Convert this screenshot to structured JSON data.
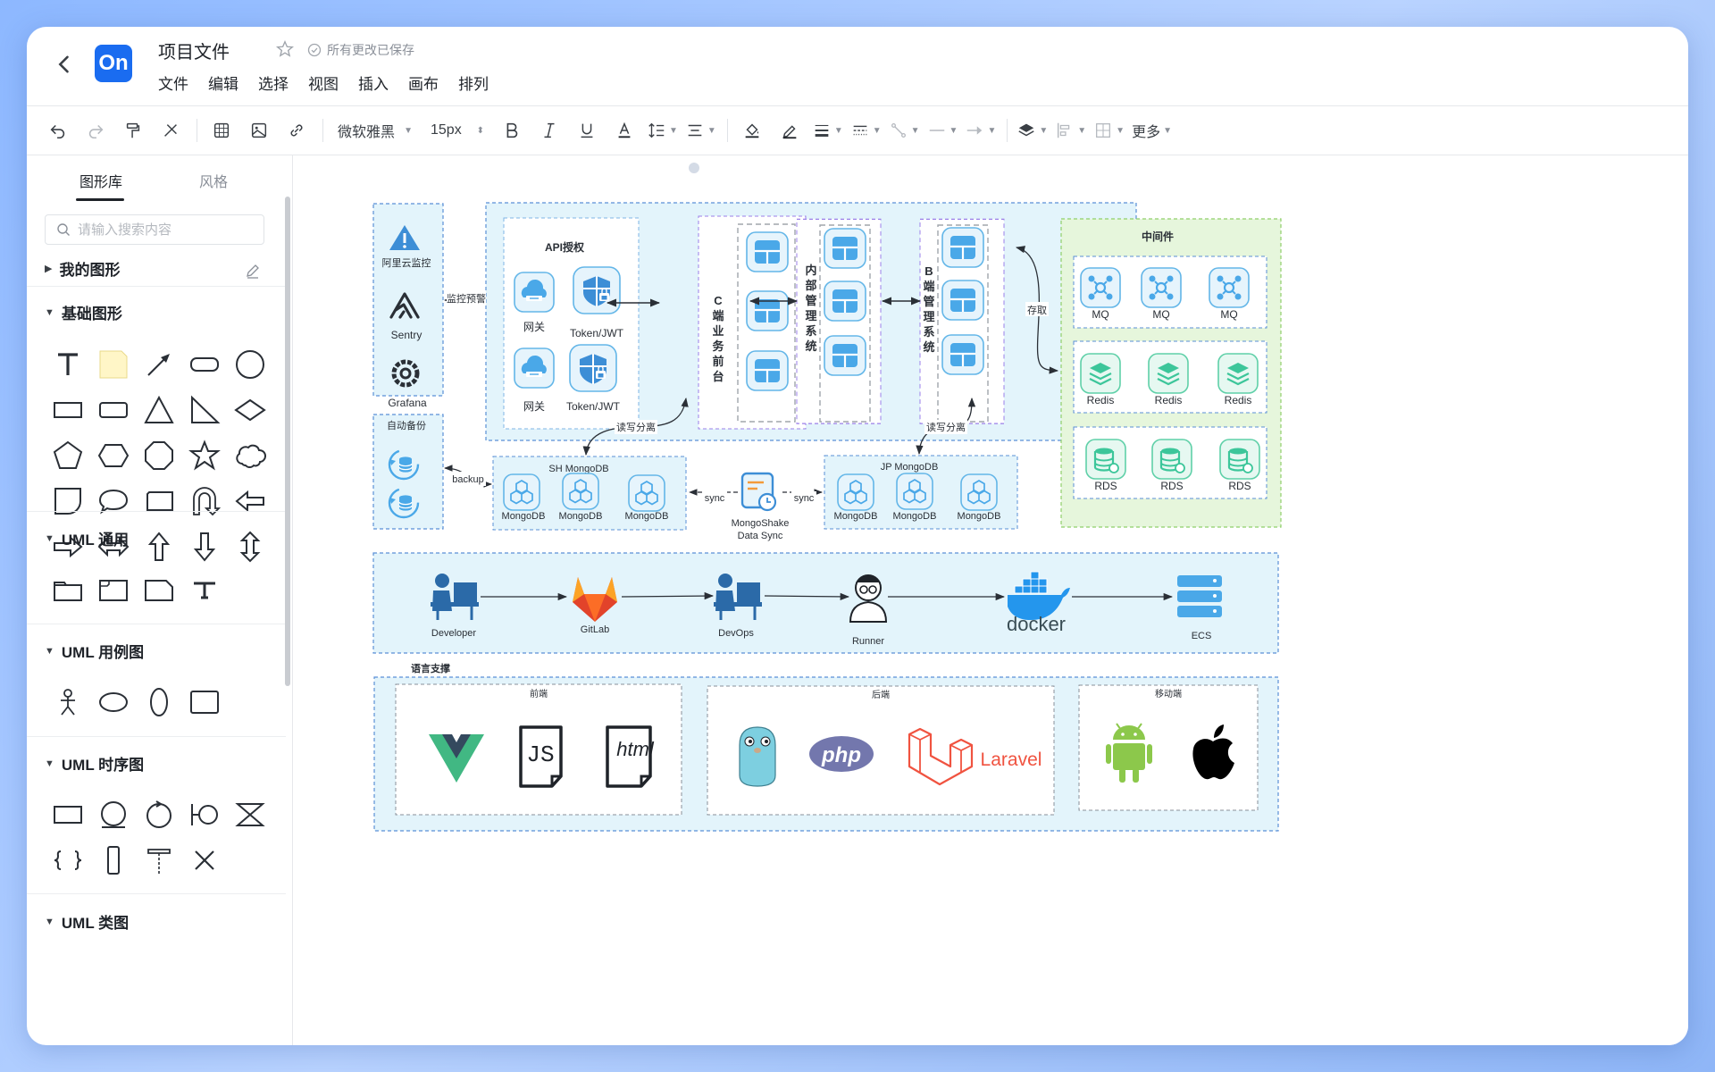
{
  "titlebar": {
    "logo_text": "On",
    "doc_title": "项目文件",
    "save_status": "所有更改已保存"
  },
  "menu": [
    "文件",
    "编辑",
    "选择",
    "视图",
    "插入",
    "画布",
    "排列"
  ],
  "toolbar": {
    "font_family": "微软雅黑",
    "font_size": "15px",
    "more_label": "更多"
  },
  "sidebar": {
    "tabs": [
      "图形库",
      "风格"
    ],
    "search_placeholder": "请输入搜索内容",
    "sections": {
      "my_shapes": "我的图形",
      "basic": "基础图形",
      "uml_general": "UML 通用",
      "uml_usecase": "UML 用例图",
      "uml_sequence": "UML 时序图",
      "uml_class": "UML 类图"
    }
  },
  "diagram": {
    "monitor": {
      "aliyun": "阿里云监控",
      "sentry": "Sentry",
      "grafana": "Grafana",
      "edge": "监控预警"
    },
    "api": {
      "title": "API授权",
      "gateway": "网关",
      "token": "Token/JWT"
    },
    "c_frontend": [
      "C",
      "端",
      "业",
      "务",
      "前",
      "台"
    ],
    "internal_mgmt": [
      "内",
      "部",
      "管",
      "理",
      "系",
      "统"
    ],
    "b_mgmt": [
      "B",
      "端",
      "管",
      "理",
      "系",
      "统"
    ],
    "access_edge": "存取",
    "middleware": {
      "title": "中间件",
      "mq": "MQ",
      "redis": "Redis",
      "rds": "RDS"
    },
    "backup": {
      "title": "自动备份",
      "edge": "backup"
    },
    "rw_split": "读写分离",
    "sh_mongo": {
      "title": "SH MongoDB",
      "node": "MongoDB"
    },
    "jp_mongo": {
      "title": "JP MongoDB",
      "node": "MongoDB"
    },
    "sync": {
      "edge": "sync",
      "name1": "MongoShake",
      "name2": "Data Sync"
    },
    "pipeline": {
      "developer": "Developer",
      "gitlab": "GitLab",
      "devops": "DevOps",
      "runner": "Runner",
      "docker": "docker",
      "ecs": "ECS"
    },
    "lang": {
      "title": "语言支撑",
      "frontend": "前端",
      "backend": "后端",
      "mobile": "移动端",
      "js": "JS",
      "html": "html",
      "php": "php",
      "laravel": "Laravel"
    }
  },
  "colors": {
    "accent": "#1a6cf0",
    "panel_fill": "#e3f4fb",
    "panel_stroke": "#5a8fd6",
    "middleware_fill": "#e6f6dc",
    "middleware_stroke": "#8fcf6a",
    "purple_stroke": "#8a6be0",
    "icon_blue": "#4aa8e8",
    "icon_green": "#3cc69a"
  }
}
